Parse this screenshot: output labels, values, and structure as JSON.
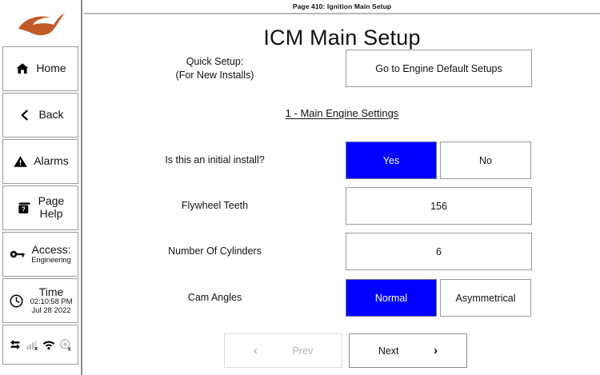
{
  "titlebar": {
    "text": "Page 410: Ignition Main Setup"
  },
  "page": {
    "title": "ICM Main Setup"
  },
  "sidebar": {
    "logo": {
      "icon": "swoosh-logo-icon",
      "color": "#c15a28"
    },
    "items": [
      {
        "icon": "home-icon",
        "label": "Home"
      },
      {
        "icon": "back-chevron-icon",
        "label": "Back"
      },
      {
        "icon": "warning-triangle-icon",
        "label": "Alarms"
      },
      {
        "icon": "help-icon",
        "label": "Page",
        "label2": "Help"
      },
      {
        "icon": "key-icon",
        "label": "Access:",
        "sub": "Engineering"
      },
      {
        "icon": "clock-icon",
        "label": "Time",
        "sub": "02:10:58 PM",
        "sub2": "Jul 28 2022"
      }
    ],
    "status_icons": [
      {
        "icon": "sync-arrows-icon",
        "state": "active"
      },
      {
        "icon": "cellular-signal-off-icon",
        "state": "disabled"
      },
      {
        "icon": "wifi-icon",
        "state": "active"
      },
      {
        "icon": "gps-off-icon",
        "state": "disabled"
      }
    ]
  },
  "quick_setup": {
    "label_line1": "Quick Setup:",
    "label_line2": "(For New Installs)",
    "button_label": "Go to Engine Default Setups"
  },
  "section": {
    "heading": "1 - Main Engine Settings"
  },
  "settings": [
    {
      "label": "Is this an initial install?",
      "type": "toggle",
      "options": [
        {
          "label": "Yes",
          "selected": true
        },
        {
          "label": "No",
          "selected": false
        }
      ]
    },
    {
      "label": "Flywheel Teeth",
      "type": "value",
      "value": "156"
    },
    {
      "label": "Number Of Cylinders",
      "type": "value",
      "value": "6"
    },
    {
      "label": "Cam Angles",
      "type": "toggle",
      "options": [
        {
          "label": "Normal",
          "selected": true
        },
        {
          "label": "Asymmetrical",
          "selected": false
        }
      ]
    }
  ],
  "nav": {
    "prev_label": "Prev",
    "next_label": "Next",
    "prev_icon": "chevron-left-icon",
    "next_icon": "chevron-right-icon",
    "prev_enabled": false,
    "next_enabled": true
  },
  "colors": {
    "selected_blue": "#0000ff",
    "logo_orange": "#c15a28",
    "border_gray": "#9a9a9a"
  }
}
